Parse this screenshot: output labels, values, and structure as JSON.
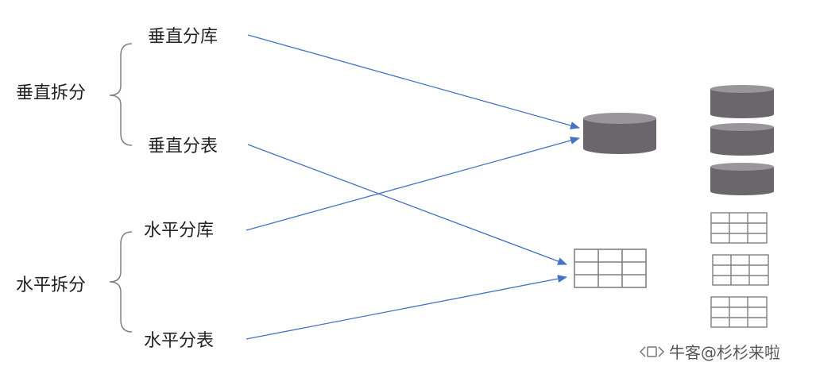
{
  "diagram": {
    "groups": [
      {
        "label": "垂直拆分",
        "items": [
          {
            "label": "垂直分库",
            "target": "database"
          },
          {
            "label": "垂直分表",
            "target": "table"
          }
        ]
      },
      {
        "label": "水平拆分",
        "items": [
          {
            "label": "水平分库",
            "target": "database"
          },
          {
            "label": "水平分表",
            "target": "table"
          }
        ]
      }
    ],
    "targets": [
      "database",
      "table"
    ],
    "stack_legend": {
      "databases": 3,
      "tables": 3
    }
  },
  "watermark": {
    "text": "牛客@杉杉来啦"
  },
  "colors": {
    "arrow": "#4472c4",
    "db_body": "#6b666b",
    "db_top": "#9a959a",
    "table_line": "#808080",
    "bracket": "#808080",
    "text": "#222222"
  },
  "icons": {
    "database": "database-icon",
    "table": "table-grid-icon",
    "watermark_logo": "nowcoder-logo-icon"
  }
}
